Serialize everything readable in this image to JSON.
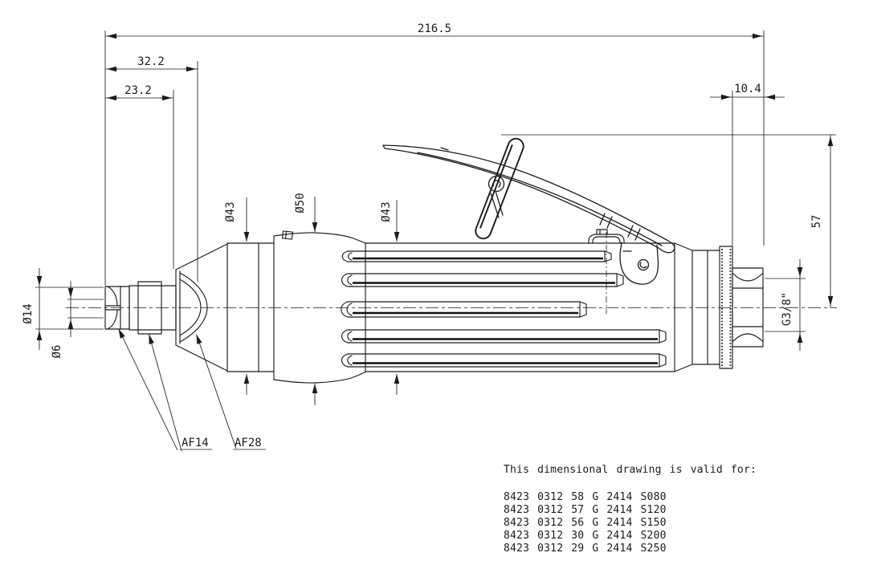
{
  "drawing": {
    "background": "#ffffff",
    "line_color": "#1b1b1b",
    "dimensions": {
      "overall_length": "216.5",
      "front_to_motor_flange": "32.2",
      "front_to_chuck_face": "23.2",
      "inlet_offset": "10.4",
      "lever_height": "57",
      "collet_nut_dia": "Ø14",
      "collet_capacity_dia": "Ø6",
      "front_housing_dia": "Ø43",
      "motor_housing_dia": "Ø50",
      "grip_dia": "Ø43",
      "inlet_thread": "G3/8\"",
      "flats_collet_nut": "AF14",
      "flats_spindle_cone": "AF28"
    },
    "notes": {
      "title": "This dimensional drawing is valid for:",
      "models": [
        "8423 0312 58 G 2414 S080",
        "8423 0312 57 G 2414 S120",
        "8423 0312 56 G 2414 S150",
        "8423 0312 30 G 2414 S200",
        "8423 0312 29 G 2414 S250"
      ]
    }
  }
}
